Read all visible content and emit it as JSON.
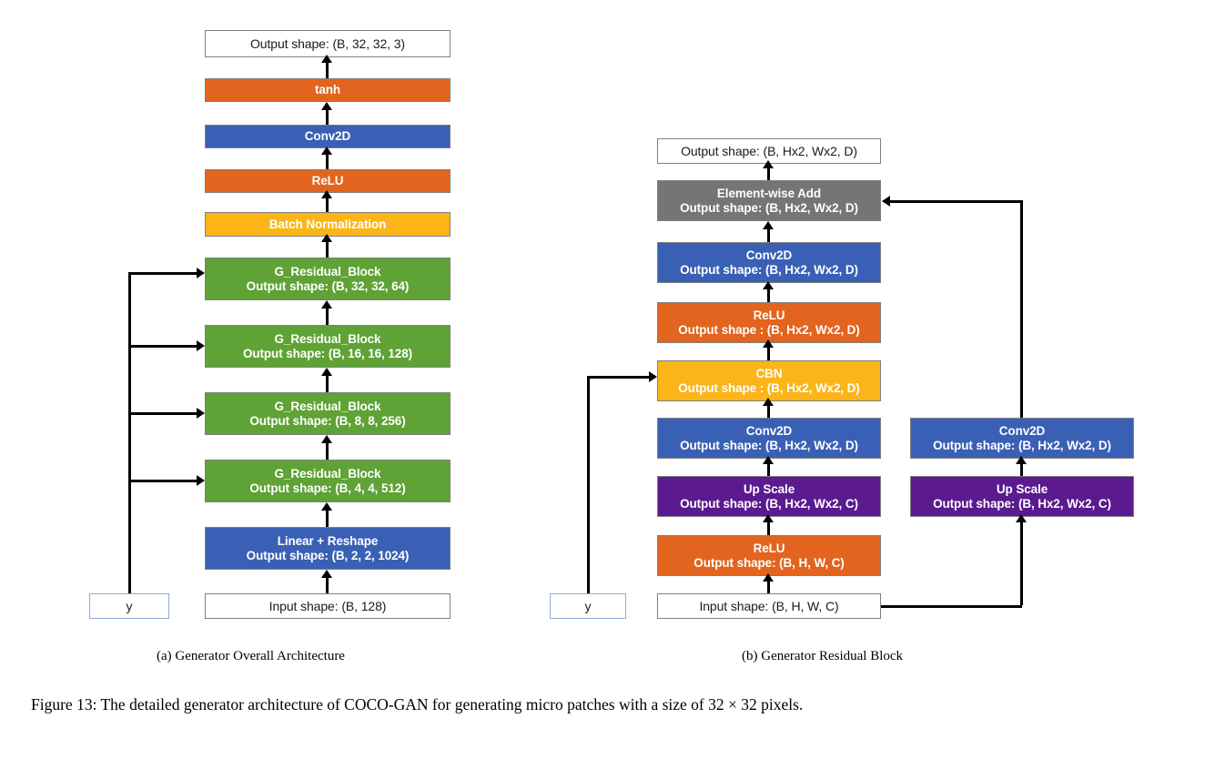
{
  "figure": {
    "caption": "Figure 13: The detailed generator architecture of COCO-GAN for generating micro patches with a size of 32 × 32 pixels.",
    "subcaption_a": "(a) Generator Overall Architecture",
    "subcaption_b": "(b) Generator Residual Block"
  },
  "colors": {
    "orange": "#E2641E",
    "blue": "#3A60B5",
    "amber": "#FBB518",
    "green": "#5FA235",
    "purple": "#5B1A8F",
    "gray": "#757575",
    "white": "#FFFFFF",
    "border": "#7F7F7F",
    "ybox_border": "#8FAADC",
    "arrow": "#000000"
  },
  "diagram_a": {
    "title": "Generator Overall Architecture",
    "condition_input": {
      "label": "y"
    },
    "nodes": [
      {
        "name": "output-shape",
        "type": "white",
        "line1": "Output shape: (B, 32, 32, 3)",
        "line2": ""
      },
      {
        "name": "tanh",
        "type": "orange",
        "line1": "tanh",
        "line2": ""
      },
      {
        "name": "conv2d",
        "type": "blue",
        "line1": "Conv2D",
        "line2": ""
      },
      {
        "name": "relu",
        "type": "orange",
        "line1": "ReLU",
        "line2": ""
      },
      {
        "name": "batch-norm",
        "type": "amber",
        "line1": "Batch Normalization",
        "line2": ""
      },
      {
        "name": "g-residual-block-4",
        "type": "green",
        "line1": "G_Residual_Block",
        "line2": "Output shape: (B, 32, 32, 64)"
      },
      {
        "name": "g-residual-block-3",
        "type": "green",
        "line1": "G_Residual_Block",
        "line2": "Output shape: (B, 16, 16, 128)"
      },
      {
        "name": "g-residual-block-2",
        "type": "green",
        "line1": "G_Residual_Block",
        "line2": "Output shape: (B, 8, 8, 256)"
      },
      {
        "name": "g-residual-block-1",
        "type": "green",
        "line1": "G_Residual_Block",
        "line2": "Output shape: (B, 4, 4, 512)"
      },
      {
        "name": "linear-reshape",
        "type": "blue",
        "line1": "Linear + Reshape",
        "line2": "Output shape: (B, 2, 2, 1024)"
      },
      {
        "name": "input-shape",
        "type": "white",
        "line1": "Input shape: (B, 128)",
        "line2": ""
      }
    ]
  },
  "diagram_b": {
    "title": "Generator Residual Block",
    "condition_input": {
      "label": "y"
    },
    "main_nodes": [
      {
        "name": "output-shape",
        "type": "white",
        "line1": "Output shape: (B, Hx2, Wx2, D)",
        "line2": ""
      },
      {
        "name": "element-wise-add",
        "type": "gray",
        "line1": "Element-wise Add",
        "line2": "Output shape: (B, Hx2, Wx2, D)"
      },
      {
        "name": "conv2d-2",
        "type": "blue",
        "line1": "Conv2D",
        "line2": "Output shape: (B, Hx2, Wx2, D)"
      },
      {
        "name": "relu-2",
        "type": "orange",
        "line1": "ReLU",
        "line2": "Output shape : (B, Hx2, Wx2, D)"
      },
      {
        "name": "cbn",
        "type": "amber",
        "line1": "CBN",
        "line2": "Output shape : (B, Hx2, Wx2, D)"
      },
      {
        "name": "conv2d-1",
        "type": "blue",
        "line1": "Conv2D",
        "line2": "Output shape: (B, Hx2, Wx2, D)"
      },
      {
        "name": "up-scale-1",
        "type": "purple",
        "line1": "Up Scale",
        "line2": "Output shape: (B, Hx2, Wx2, C)"
      },
      {
        "name": "relu-1",
        "type": "orange",
        "line1": "ReLU",
        "line2": "Output shape: (B, H, W, C)"
      },
      {
        "name": "input-shape",
        "type": "white",
        "line1": "Input shape: (B, H, W, C)",
        "line2": ""
      }
    ],
    "skip_nodes": [
      {
        "name": "skip-conv2d",
        "type": "blue",
        "line1": "Conv2D",
        "line2": "Output shape: (B, Hx2, Wx2, D)"
      },
      {
        "name": "skip-up-scale",
        "type": "purple",
        "line1": "Up Scale",
        "line2": "Output shape: (B, Hx2, Wx2, C)"
      }
    ]
  }
}
